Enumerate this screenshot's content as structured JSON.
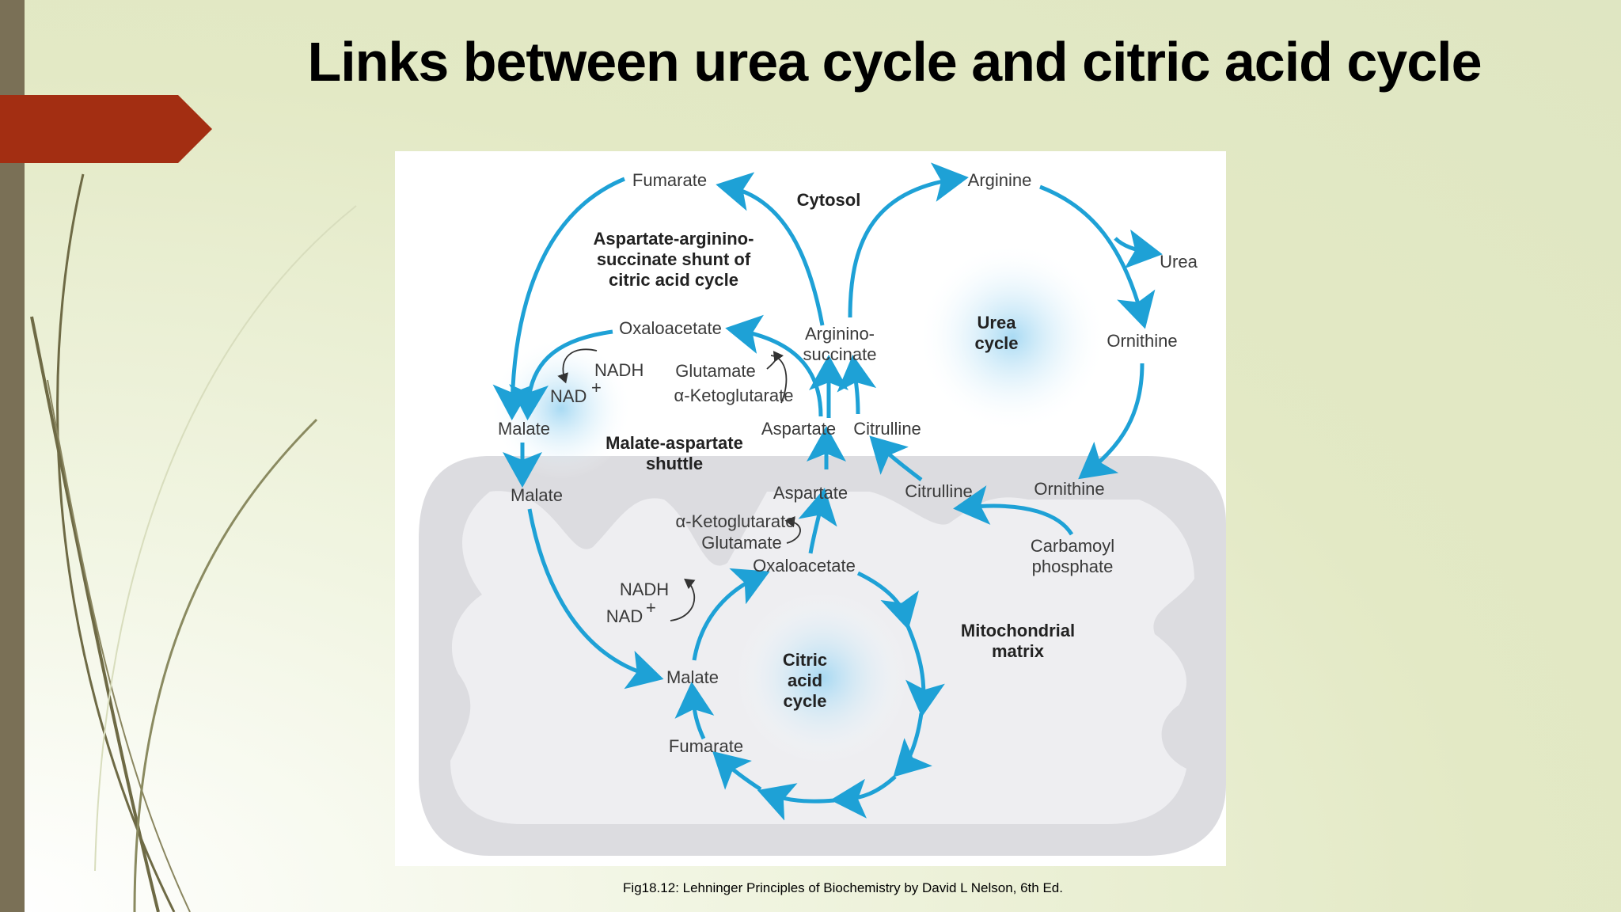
{
  "slide": {
    "title": "Links between urea cycle and citric acid cycle",
    "caption": "Fig18.12: Lehninger Principles of Biochemistry by David L Nelson, 6th Ed."
  },
  "diagram": {
    "compartments": {
      "cytosol": "Cytosol",
      "matrix_line1": "Mitochondrial",
      "matrix_line2": "matrix"
    },
    "pathway_titles": {
      "shunt_line1": "Aspartate-arginino-",
      "shunt_line2": "succinate shunt of",
      "shunt_line3": "citric acid cycle",
      "shuttle_line1": "Malate-aspartate",
      "shuttle_line2": "shuttle",
      "urea_line1": "Urea",
      "urea_line2": "cycle",
      "citric_line1": "Citric",
      "citric_line2": "acid",
      "citric_line3": "cycle"
    },
    "metabolites": {
      "fumarate_cyto": "Fumarate",
      "arginine": "Arginine",
      "urea": "Urea",
      "ornithine_cyto": "Ornithine",
      "argininosuccinate_line1": "Arginino-",
      "argininosuccinate_line2": "succinate",
      "oxaloacetate_cyto": "Oxaloacetate",
      "nadh_cyto": "NADH",
      "nad_cyto": "NAD",
      "glutamate_cyto": "Glutamate",
      "akg_cyto": "α-Ketoglutarate",
      "malate_cyto": "Malate",
      "aspartate_cyto": "Aspartate",
      "citrulline_cyto": "Citrulline",
      "malate_mito": "Malate",
      "aspartate_mito": "Aspartate",
      "citrulline_mito": "Citrulline",
      "ornithine_mito": "Ornithine",
      "akg_mito": "α-Ketoglutarate",
      "glutamate_mito": "Glutamate",
      "oxaloacetate_mito": "Oxaloacetate",
      "carbamoyl_line1": "Carbamoyl",
      "carbamoyl_line2": "phosphate",
      "nadh_mito": "NADH",
      "nad_mito": "NAD",
      "malate_cycle": "Malate",
      "fumarate_cycle": "Fumarate"
    }
  },
  "colors": {
    "arrow": "#1ea1d6",
    "accent_tab": "#a32e12",
    "side_bar": "#7a7056"
  }
}
